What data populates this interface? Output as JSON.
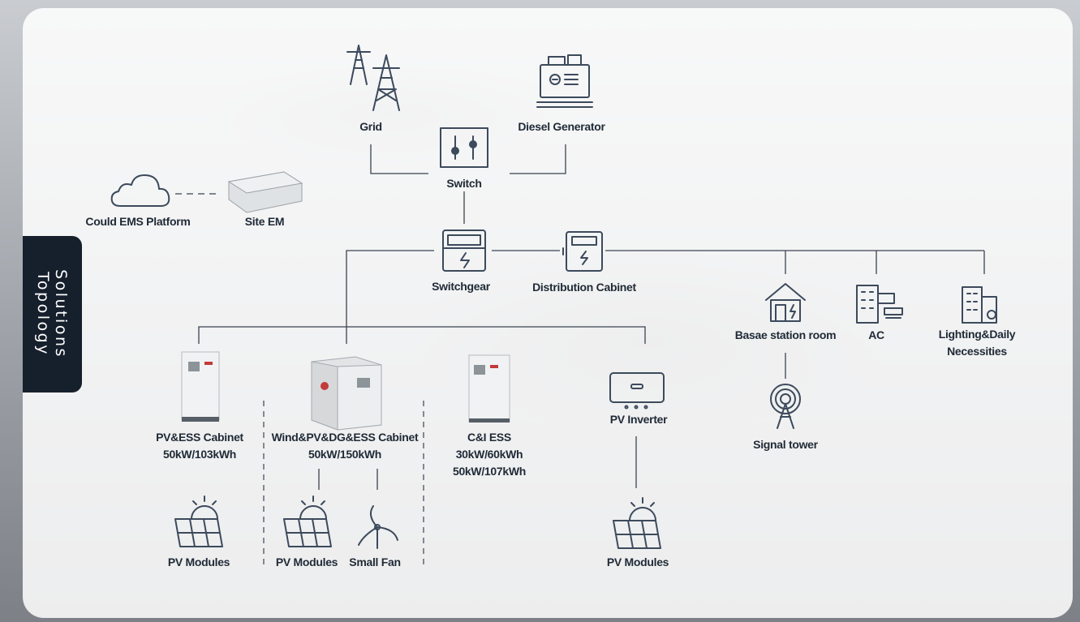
{
  "side_tab": {
    "line1": "Solutions",
    "line2": "Topology"
  },
  "nodes": {
    "grid": "Grid",
    "diesel": "Diesel Generator",
    "switch": "Switch",
    "cloud": "Could EMS Platform",
    "site_em": "Site EM",
    "switchgear": "Switchgear",
    "distribution": "Distribution Cabinet",
    "base_station": "Basae station room",
    "ac": "AC",
    "lighting": [
      "Lighting&Daily",
      "Necessities"
    ],
    "signal_tower": "Signal tower",
    "pv_ess": [
      "PV&ESS Cabinet",
      "50kW/103kWh"
    ],
    "wind_pv": [
      "Wind&PV&DG&ESS Cabinet",
      "50kW/150kWh"
    ],
    "ci_ess": [
      "C&I ESS",
      "30kW/60kWh",
      "50kW/107kWh"
    ],
    "pv_inverter": "PV Inverter",
    "pv_modules_1": "PV Modules",
    "pv_modules_2": "PV Modules",
    "small_fan": "Small Fan",
    "pv_modules_3": "PV Modules"
  },
  "colors": {
    "line": "#3a4350",
    "icon": "#3c4a5c",
    "tab": "#161f2c"
  }
}
